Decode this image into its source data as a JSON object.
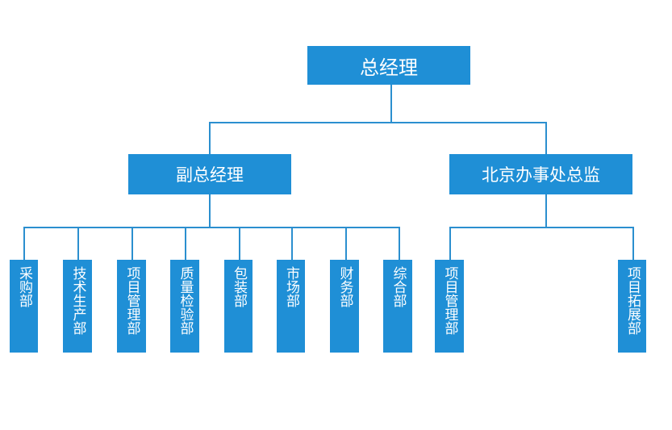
{
  "colors": {
    "box": "#1F8FD6",
    "line": "#2B8FCF",
    "text": "#ffffff"
  },
  "top": {
    "label": "总经理"
  },
  "mid": [
    {
      "label": "副总经理"
    },
    {
      "label": "北京办事处总监"
    }
  ],
  "departments_left": [
    {
      "label": "采购部"
    },
    {
      "label": "技术生产部"
    },
    {
      "label": "项目管理部"
    },
    {
      "label": "质量检验部"
    },
    {
      "label": "包装部"
    },
    {
      "label": "市场部"
    },
    {
      "label": "财务部"
    },
    {
      "label": "综合部"
    }
  ],
  "departments_right": [
    {
      "label": "项目管理部"
    },
    {
      "label": "项目拓展部"
    }
  ]
}
